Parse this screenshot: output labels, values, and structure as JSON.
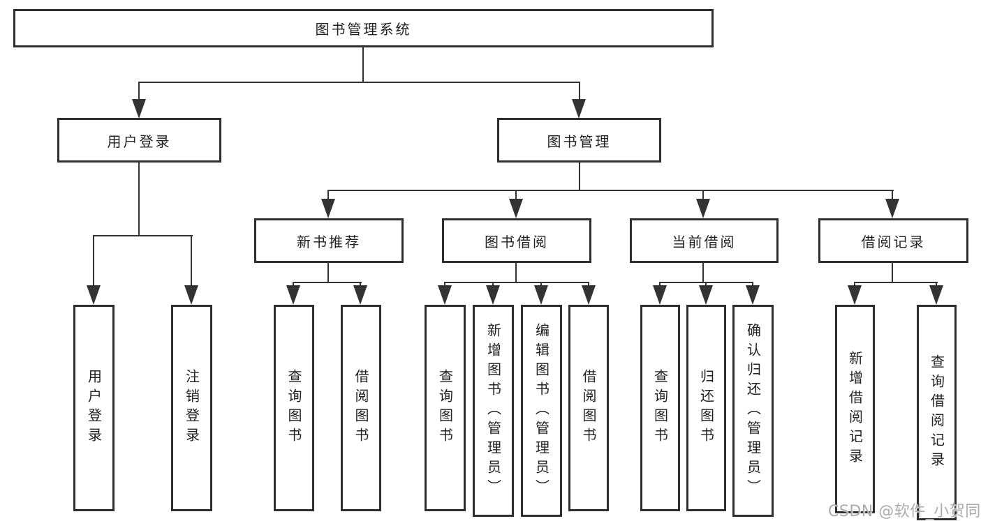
{
  "tree": {
    "root": "图书管理系统",
    "branches": [
      {
        "label": "用户登录",
        "leaves": [
          "用户登录",
          "注销登录"
        ]
      },
      {
        "label": "图书管理",
        "groups": [
          {
            "label": "新书推荐",
            "leaves": [
              "查询图书",
              "借阅图书"
            ]
          },
          {
            "label": "图书借阅",
            "leaves": [
              "查询图书",
              "新增图书（管理员）",
              "编辑图书（管理员）",
              "借阅图书"
            ]
          },
          {
            "label": "当前借阅",
            "leaves": [
              "查询图书",
              "归还图书",
              "确认归还（管理员）"
            ]
          },
          {
            "label": "借阅记录",
            "leaves": [
              "新增借阅记录",
              "查询借阅记录"
            ]
          }
        ]
      }
    ]
  },
  "watermark": "CSDN @软件_小贺同学",
  "colors": {
    "line": "#333333",
    "box_border": "#2e2e2e",
    "text": "#222222",
    "watermark": "#ababab",
    "background": "#ffffff"
  }
}
